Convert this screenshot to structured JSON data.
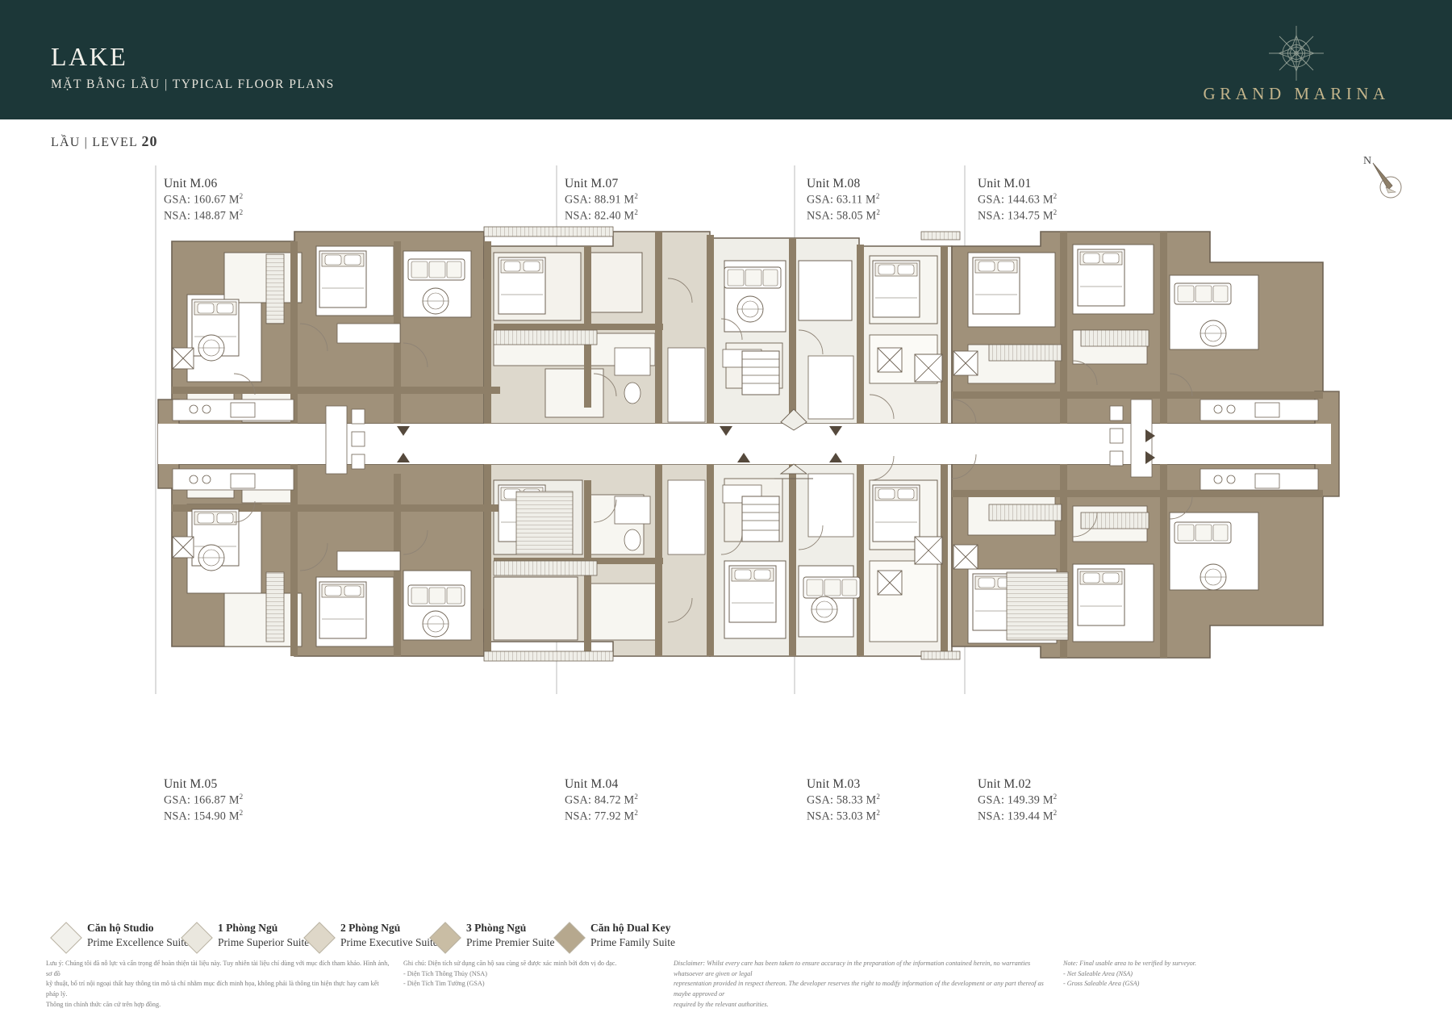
{
  "header": {
    "title": "LAKE",
    "subtitle": "MẶT BẰNG LẦU  |  TYPICAL FLOOR PLANS",
    "brand_name": "GRAND MARINA",
    "brand_mark_icon": "compass-rose-icon",
    "bg_color": "#1c3738",
    "brand_color": "#c3b48b"
  },
  "level": {
    "prefix": "LẦU | LEVEL",
    "number": "20"
  },
  "compass": {
    "letter": "N",
    "icon": "north-arrow-icon"
  },
  "units": [
    {
      "name": "Unit M.06",
      "gsa_label": "GSA:",
      "gsa": "160.67",
      "nsa_label": "NSA:",
      "nsa": "148.87",
      "unit_sym": "M",
      "sup": "2",
      "position": "top"
    },
    {
      "name": "Unit M.07",
      "gsa_label": "GSA:",
      "gsa": "88.91",
      "nsa_label": "NSA:",
      "nsa": "82.40",
      "unit_sym": "M",
      "sup": "2",
      "position": "top"
    },
    {
      "name": "Unit M.08",
      "gsa_label": "GSA:",
      "gsa": "63.11",
      "nsa_label": "NSA:",
      "nsa": "58.05",
      "unit_sym": "M",
      "sup": "2",
      "position": "top"
    },
    {
      "name": "Unit M.01",
      "gsa_label": "GSA:",
      "gsa": "144.63",
      "nsa_label": "NSA:",
      "nsa": "134.75",
      "unit_sym": "M",
      "sup": "2",
      "position": "top"
    },
    {
      "name": "Unit M.05",
      "gsa_label": "GSA:",
      "gsa": "166.87",
      "nsa_label": "NSA:",
      "nsa": "154.90",
      "unit_sym": "M",
      "sup": "2",
      "position": "bottom"
    },
    {
      "name": "Unit M.04",
      "gsa_label": "GSA:",
      "gsa": "84.72",
      "nsa_label": "NSA:",
      "nsa": "77.92",
      "unit_sym": "M",
      "sup": "2",
      "position": "bottom"
    },
    {
      "name": "Unit M.03",
      "gsa_label": "GSA:",
      "gsa": "58.33",
      "nsa_label": "NSA:",
      "nsa": "53.03",
      "unit_sym": "M",
      "sup": "2",
      "position": "bottom"
    },
    {
      "name": "Unit M.02",
      "gsa_label": "GSA:",
      "gsa": "149.39",
      "nsa_label": "NSA:",
      "nsa": "139.44",
      "unit_sym": "M",
      "sup": "2",
      "position": "bottom"
    }
  ],
  "legend": [
    {
      "vi": "Căn hộ Studio",
      "en": "Prime Excellence Suite",
      "color": "#f2f1ec"
    },
    {
      "vi": "1 Phòng Ngủ",
      "en": "Prime Superior Suite",
      "color": "#eae7de"
    },
    {
      "vi": "2 Phòng Ngủ",
      "en": "Prime Executive Suite",
      "color": "#ded7c8"
    },
    {
      "vi": "3 Phòng Ngủ",
      "en": "Prime Premier Suite",
      "color": "#c9bda4"
    },
    {
      "vi": "Căn hộ Dual Key",
      "en": "Prime Family Suite",
      "color": "#b6a88e"
    }
  ],
  "fineprint": {
    "note_vi": [
      "Lưu ý: Chúng tôi đã nỗ lực và cẩn trọng để hoàn thiện tài liệu này. Tuy nhiên tài liệu chỉ dùng với mục đích tham khảo. Hình ảnh, sơ đồ",
      "kỹ thuật, bố trí nội ngoại thất hay thông tin mô tả chỉ nhằm mục đích minh họa, không phải là thông tin hiện thực hay cam kết pháp lý.",
      "Thông tin chính thức căn cứ trên hợp đồng."
    ],
    "ghichu_vi": [
      "Ghi chú: Diện tích sử dụng căn hộ sau cùng sẽ được xác minh bởi đơn vị đo đạc.",
      "- Diện Tích Thông Thủy (NSA)",
      "- Diện Tích Tim Tường (GSA)"
    ],
    "disclaimer_en": [
      "Disclaimer: Whilst every care has been taken to ensure accuracy in the preparation of the information contained herein, no warranties whatsoever are given or legal",
      "representation provided in respect thereon. The developer reserves the right to modify information of the development or any part thereof as maybe approved or",
      "required by the relevant authorities."
    ],
    "note_en": [
      "Note: Final usable area to be verified by surveyor.",
      "- Net Saleable Area (NSA)",
      "- Gross Saleable Area (GSA)"
    ]
  },
  "plan": {
    "wall_color": "#8e7f68",
    "fill_dark": "#a0917a",
    "fill_mid": "#ddd8cc",
    "fill_light": "#efeee8",
    "fill_pale": "#f2f0ea",
    "line_color": "#6e6253",
    "corridor_color": "#ffffff",
    "divider_color": "#b9b9b9",
    "arrow_marks": 6
  }
}
